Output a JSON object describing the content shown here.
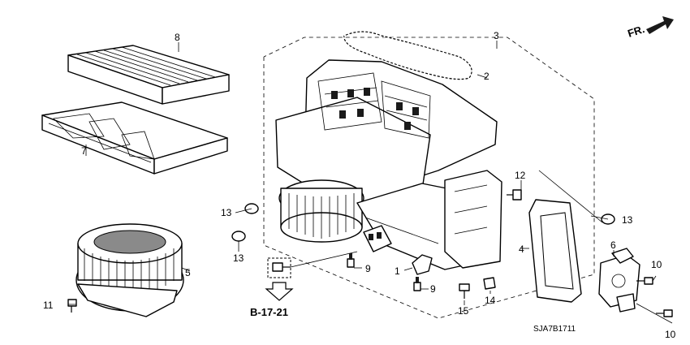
{
  "diagram": {
    "direction_indicator": "FR.",
    "page_reference": "B-17-21",
    "diagram_code": "SJA7B1711",
    "callouts": {
      "c1": "1",
      "c2": "2",
      "c3": "3",
      "c4": "4",
      "c5": "5",
      "c6": "6",
      "c7": "7",
      "c8": "8",
      "c9a": "9",
      "c9b": "9",
      "c10a": "10",
      "c10b": "10",
      "c11": "11",
      "c12": "12",
      "c13a": "13",
      "c13b": "13",
      "c13c": "13",
      "c14": "14",
      "c15": "15"
    }
  }
}
